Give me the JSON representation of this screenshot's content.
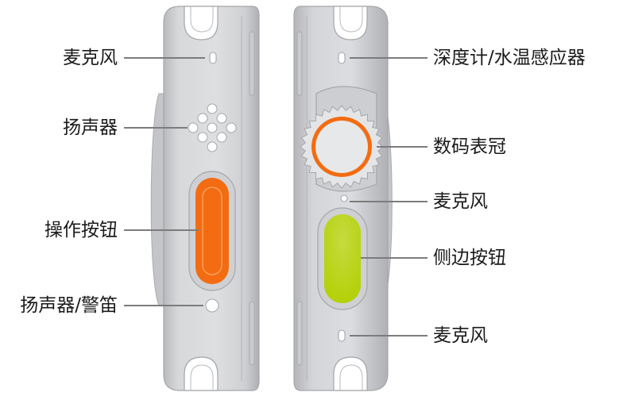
{
  "diagram": {
    "colors": {
      "case_light": "#d9dadc",
      "case_mid": "#c3c4c7",
      "case_dark": "#9fa1a5",
      "action_button": "#f36c12",
      "side_button": "#b2cf00",
      "crown_ring": "#f36c12",
      "leader_line": "#7c7c7c"
    },
    "callouts": {
      "left": [
        {
          "id": "mic-left",
          "label": "麦克风"
        },
        {
          "id": "speaker",
          "label": "扬声器"
        },
        {
          "id": "action-button",
          "label": "操作按钮"
        },
        {
          "id": "speaker-siren",
          "label": "扬声器/警笛"
        }
      ],
      "right": [
        {
          "id": "depth-gauge",
          "label": "深度计/水温感应器"
        },
        {
          "id": "digital-crown",
          "label": "数码表冠"
        },
        {
          "id": "mic-right-top",
          "label": "麦克风"
        },
        {
          "id": "side-button",
          "label": "侧边按钮"
        },
        {
          "id": "mic-right-bottom",
          "label": "麦克风"
        }
      ]
    }
  }
}
